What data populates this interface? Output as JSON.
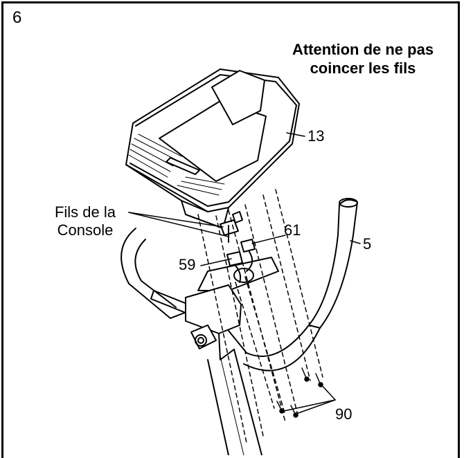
{
  "step_number": "6",
  "caption": "Attention de ne pas coincer les fils",
  "callouts": {
    "console_wires": "Fils de la Console",
    "part_13": "13",
    "part_61": "61",
    "part_5": "5",
    "part_59": "59",
    "part_90": "90"
  }
}
